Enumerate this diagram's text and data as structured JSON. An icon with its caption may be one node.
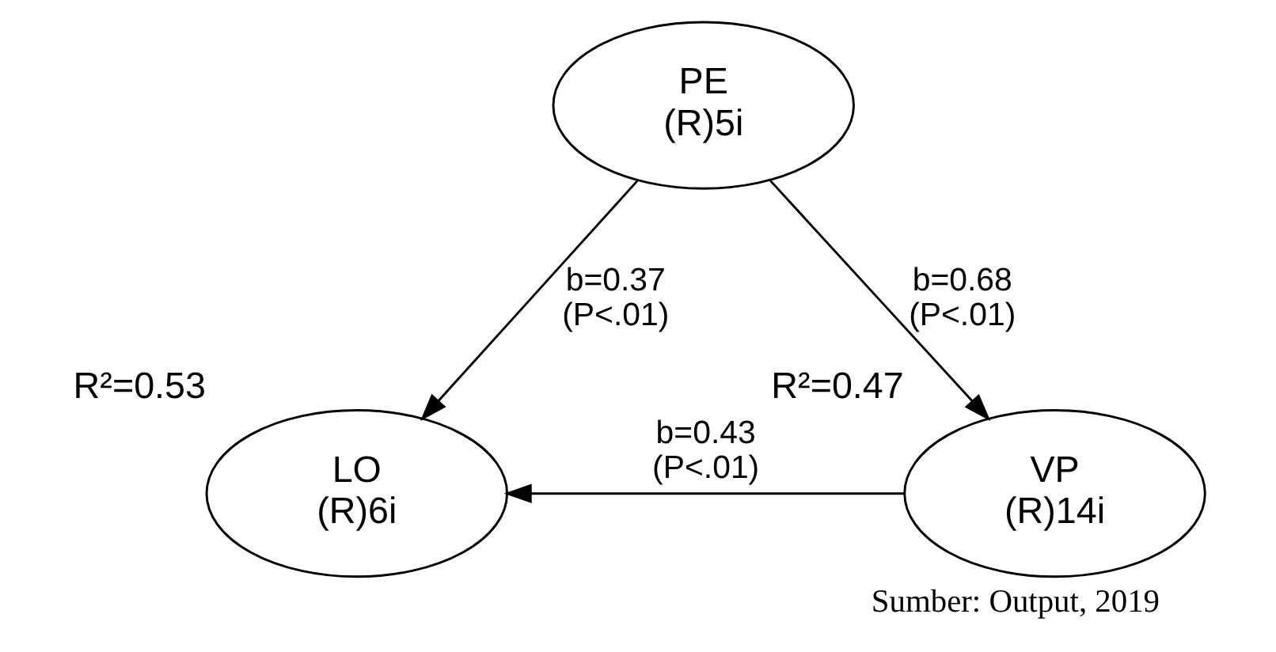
{
  "diagram": {
    "caption": "Sumber: Output, 2019",
    "nodes": [
      {
        "text": [
          "PE",
          "(R)5i"
        ]
      },
      {
        "text": [
          "LO",
          "(R)6i"
        ],
        "beside": [
          "R²=0.53"
        ]
      },
      {
        "text": [
          "VP",
          "(R)14i"
        ],
        "beside": [
          "R²=0.47"
        ]
      }
    ],
    "edges": [
      {
        "from": 0,
        "to": 1,
        "arrow": "to",
        "label": "b=0.37 (P<.01)"
      },
      {
        "from": 0,
        "to": 2,
        "arrow": "to",
        "label": "b=0.68 (P<.01)"
      },
      {
        "from": 2,
        "to": 1,
        "arrow": "to",
        "label": "b=0.43 (P<.01)"
      }
    ]
  }
}
